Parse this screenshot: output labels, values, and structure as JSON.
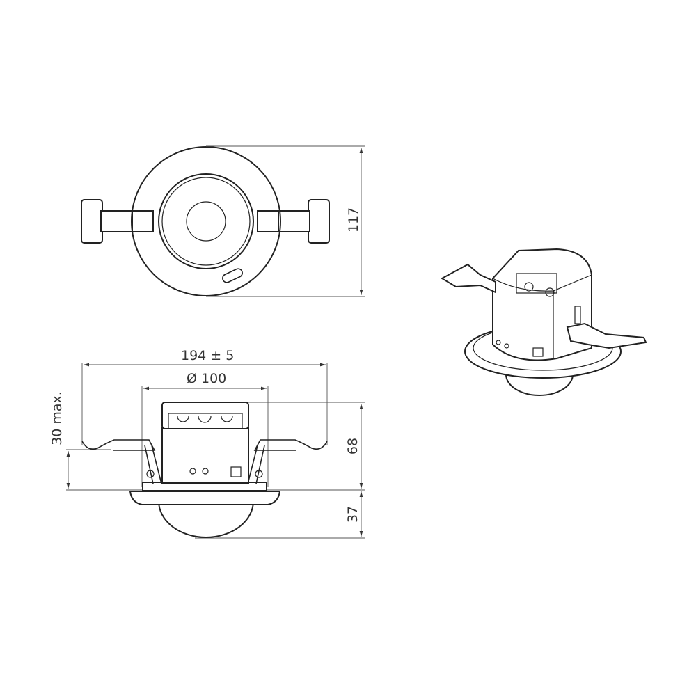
{
  "drawing": {
    "views": [
      "top-view",
      "side-view",
      "isometric-view"
    ],
    "dimensions": {
      "top_height": "117",
      "overall_width": "194 ± 5",
      "diameter": "Ø 100",
      "ceiling_thickness": "30 max.",
      "body_height": "68",
      "dome_height": "37"
    },
    "colors": {
      "line": "#222222",
      "dimension": "#555555",
      "background": "#ffffff"
    }
  }
}
